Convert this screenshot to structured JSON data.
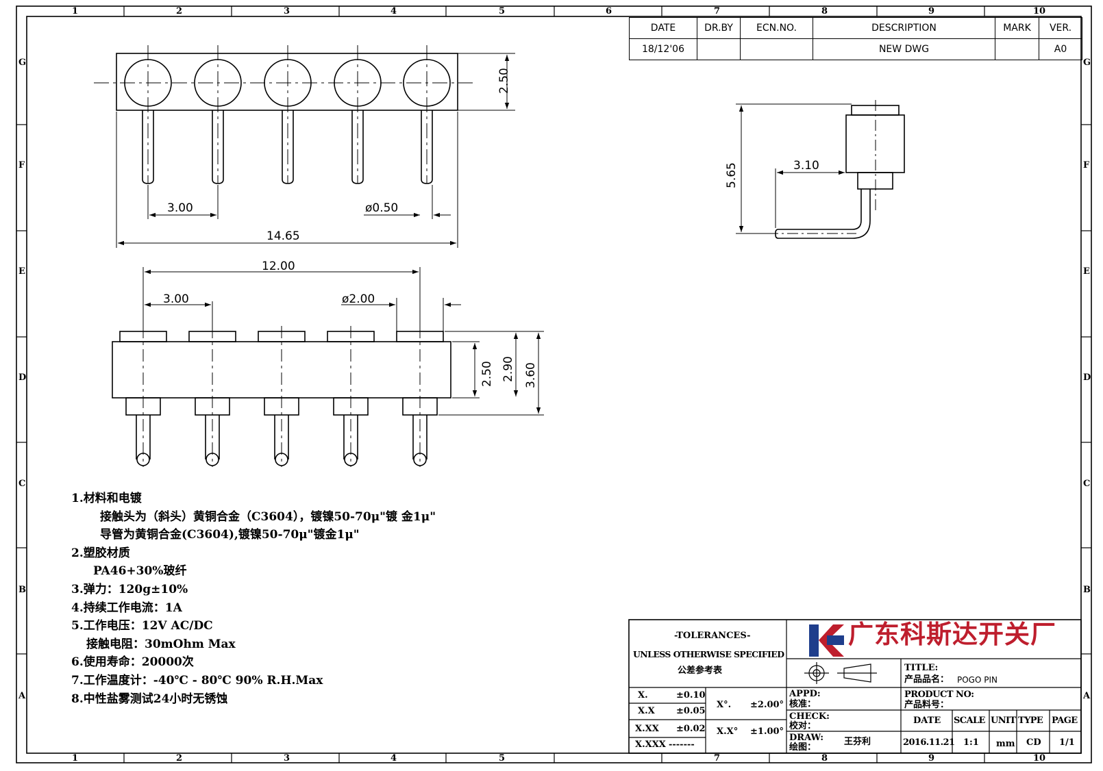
{
  "border": {
    "columns": [
      "1",
      "2",
      "3",
      "4",
      "5",
      "6",
      "7",
      "8",
      "9",
      "10"
    ],
    "rows": [
      "G",
      "F",
      "E",
      "D",
      "C",
      "B",
      "A"
    ]
  },
  "revision_table": {
    "headers": [
      "DATE",
      "DR.BY",
      "ECN.NO.",
      "DESCRIPTION",
      "MARK",
      "VER."
    ],
    "row": [
      "18/12'06",
      "",
      "",
      "NEW  DWG",
      "",
      "A0"
    ]
  },
  "dimensions": {
    "top_view": {
      "height": "2.50",
      "pitch": "3.00",
      "pin_dia": "ø0.50",
      "length": "14.65"
    },
    "front_view": {
      "span": "12.00",
      "pitch": "3.00",
      "head_dia": "ø2.00",
      "h1": "2.50",
      "h2": "2.90",
      "h3": "3.60"
    },
    "side_view": {
      "height": "5.65",
      "offset": "3.10"
    }
  },
  "notes": [
    "1.材料和电镀",
    "接触头为（斜头）黄铜合金（C3604），镀镍50-70μ\"镀 金1μ\"",
    "导管为黄铜合金(C3604),镀镍50-70μ\"镀金1μ\"",
    "2.塑胶材质",
    "PA46+30%玻纤",
    "3.弹力：120g±10%",
    "4.持续工作电流：1A",
    "5.工作电压：12V AC/DC",
    "接触电阻：30mOhm Max",
    "6.使用寿命：20000次",
    "7.工作温度计：-40℃ - 80℃  90% R.H.Max",
    "8.中性盐雾测试24小时无锈蚀"
  ],
  "title_block": {
    "tolerances_title": "-TOLERANCES-",
    "unless": "UNLESS OTHERWISE SPECIFIED",
    "tolerance_ref": "公差参考表",
    "tol_rows": [
      {
        "label": "X.",
        "value": "±0.10"
      },
      {
        "label": "X.X",
        "value": "±0.05"
      },
      {
        "label": "X.XX",
        "value": "±0.02"
      },
      {
        "label": "X.XXX",
        "value": "-------"
      }
    ],
    "angle_rows": [
      {
        "label": "X°.",
        "value": "±2.00°"
      },
      {
        "label": "X.X°",
        "value": "±1.00°"
      }
    ],
    "company": "广东科斯达开关厂",
    "title_label": "TITLE:",
    "product_name_label": "产品品名：",
    "product_name": "POGO PIN",
    "product_no_label": "PRODUCT NO:",
    "product_code_label": "产品料号：",
    "appd_label": "APPD:",
    "appd_cn": "核准：",
    "check_label": "CHECK:",
    "check_cn": "校对：",
    "draw_label": "DRAW:",
    "draw_cn": "绘图：",
    "drawer": "王芬利",
    "info_headers": [
      "DATE",
      "SCALE",
      "UNIT",
      "TYPE",
      "PAGE"
    ],
    "info_values": [
      "2016.11.21",
      "1:1",
      "mm",
      "CD",
      "1/1"
    ]
  },
  "colors": {
    "logo_red": "#be1e2d",
    "logo_blue": "#1f3e8c",
    "ink": "#000000"
  }
}
